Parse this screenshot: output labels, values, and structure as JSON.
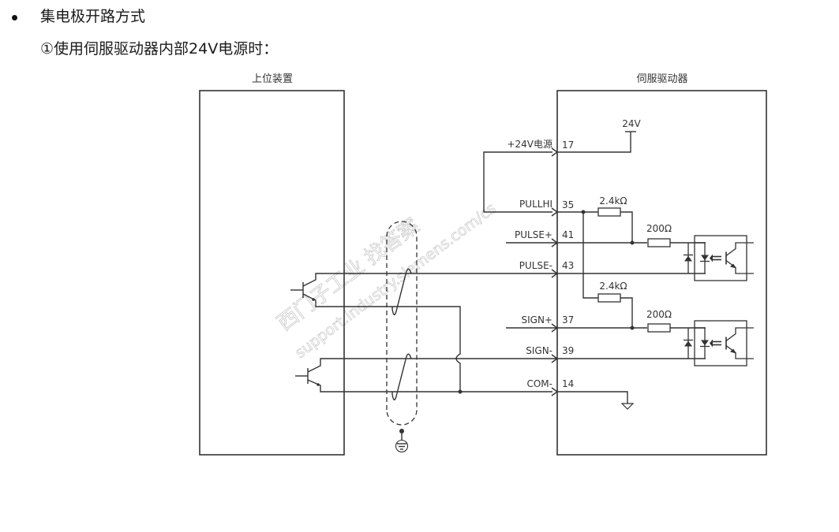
{
  "heading": {
    "bullet_title": "集电极开路方式",
    "subtitle": "①使用伺服驱动器内部24V电源时："
  },
  "diagram": {
    "left_box_label": "上位装置",
    "right_box_label": "伺服驱动器",
    "supply_label": "24V",
    "terminals": [
      {
        "signal": "+24V电源",
        "pin": "17"
      },
      {
        "signal": "PULLHI",
        "pin": "35"
      },
      {
        "signal": "PULSE+",
        "pin": "41"
      },
      {
        "signal": "PULSE-",
        "pin": "43"
      },
      {
        "signal": "SIGN+",
        "pin": "37"
      },
      {
        "signal": "SIGN-",
        "pin": "39"
      },
      {
        "signal": "COM-",
        "pin": "14"
      }
    ],
    "resistors": {
      "pullup_pulse": "2.4kΩ",
      "series_pulse": "200Ω",
      "pullup_sign": "2.4kΩ",
      "series_sign": "200Ω"
    },
    "watermark": {
      "line1": "西门子工业  找答案",
      "line2": "support.industry.siemens.com/cs"
    }
  }
}
